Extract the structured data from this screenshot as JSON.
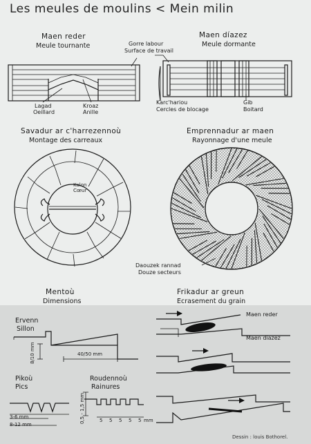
{
  "title": "Les meules de moulins < Mein milin",
  "sections": {
    "maen_reder": {
      "heading": "Maen reder",
      "subheading": "Meule tournante"
    },
    "maen_diazez": {
      "heading": "Maen díazez",
      "subheading": "Meule dormante"
    },
    "gorre": {
      "line1": "Gorre labour",
      "line2": "Surface de travail"
    },
    "lagad": {
      "line1": "Lagad",
      "line2": "Oeillard"
    },
    "kroaz": {
      "line1": "Kroaz",
      "line2": "Anille"
    },
    "karchariou": {
      "line1": "Karc'hariou",
      "line2": "Cercles de blocage"
    },
    "gib": {
      "line1": "Gib",
      "line2": "Boitard"
    },
    "savadur": {
      "heading": "Savadur ar c'harrezennoù",
      "subheading": "Montage des carreaux"
    },
    "kalon": {
      "line1": "Kalon",
      "line2": "Cœur"
    },
    "emprennadur": {
      "heading": "Emprennadur ar maen",
      "subheading": "Rayonnage d'une meule"
    },
    "daouzek": {
      "line1": "Daouzek rannad",
      "line2": "Douze secteurs"
    },
    "mentou": {
      "heading": "Mentoù",
      "subheading": "Dimensions"
    },
    "frikadur": {
      "heading": "Frikadur ar greun",
      "subheading": "Ecrasement du grain"
    },
    "ervenn": {
      "line1": "Ervenn",
      "line2": "Sillon"
    },
    "pikou": {
      "line1": "Pikoù",
      "line2": "Pics"
    },
    "roudennou": {
      "line1": "Roudennoù",
      "line2": "Rainures"
    },
    "dims": {
      "d1": "8/10 mm",
      "d2": "40/50 mm",
      "d3": "3-6 mm",
      "d4": "8-12 mm",
      "d5": "0,5 - 1,5 mm",
      "d6": "5",
      "d6_unit": "mm"
    },
    "crush_labels": {
      "top": "Maen reder",
      "bottom": "Maen díazez"
    }
  },
  "credit": "Dessin : louis Bothorel."
}
